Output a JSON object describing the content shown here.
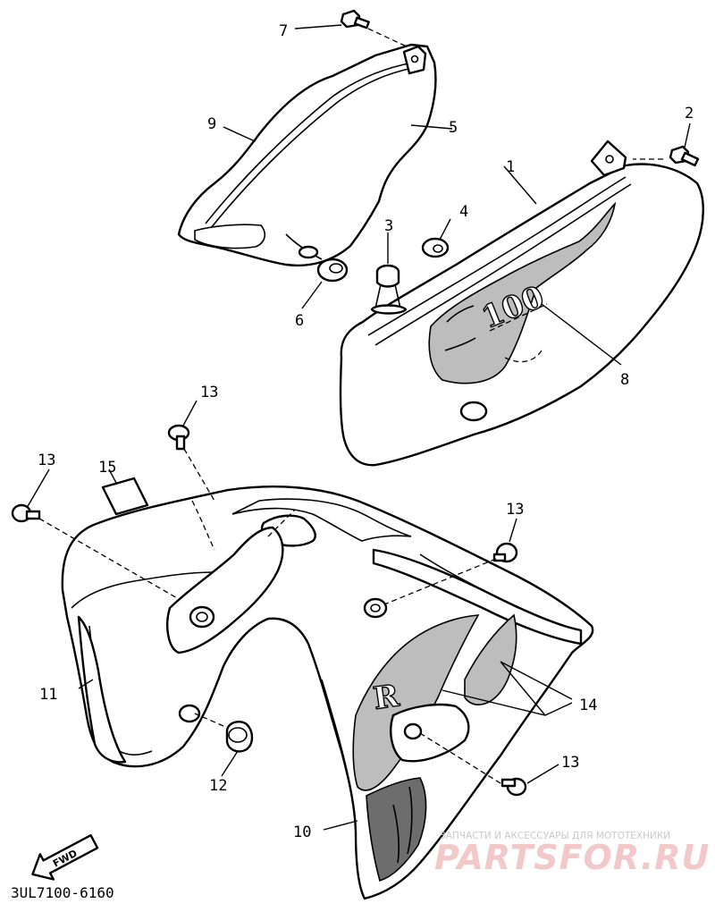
{
  "diagram": {
    "part_code": "3UL7100-6160",
    "fwd_label": "FWD",
    "callouts": [
      "1",
      "2",
      "3",
      "4",
      "5",
      "6",
      "7",
      "8",
      "9",
      "10",
      "11",
      "12",
      "13",
      "13",
      "13",
      "13",
      "14",
      "15"
    ],
    "decal_text": "100",
    "decal_letter": "R"
  },
  "watermark": {
    "tagline": "ЗАПЧАСТИ И АКСЕССУАРЫ ДЛЯ МОТОТЕХНИКИ",
    "brand": "PARTSFOR.RU"
  },
  "colors": {
    "line": "#000000",
    "background": "#ffffff",
    "watermark": "#e9a7a7"
  }
}
